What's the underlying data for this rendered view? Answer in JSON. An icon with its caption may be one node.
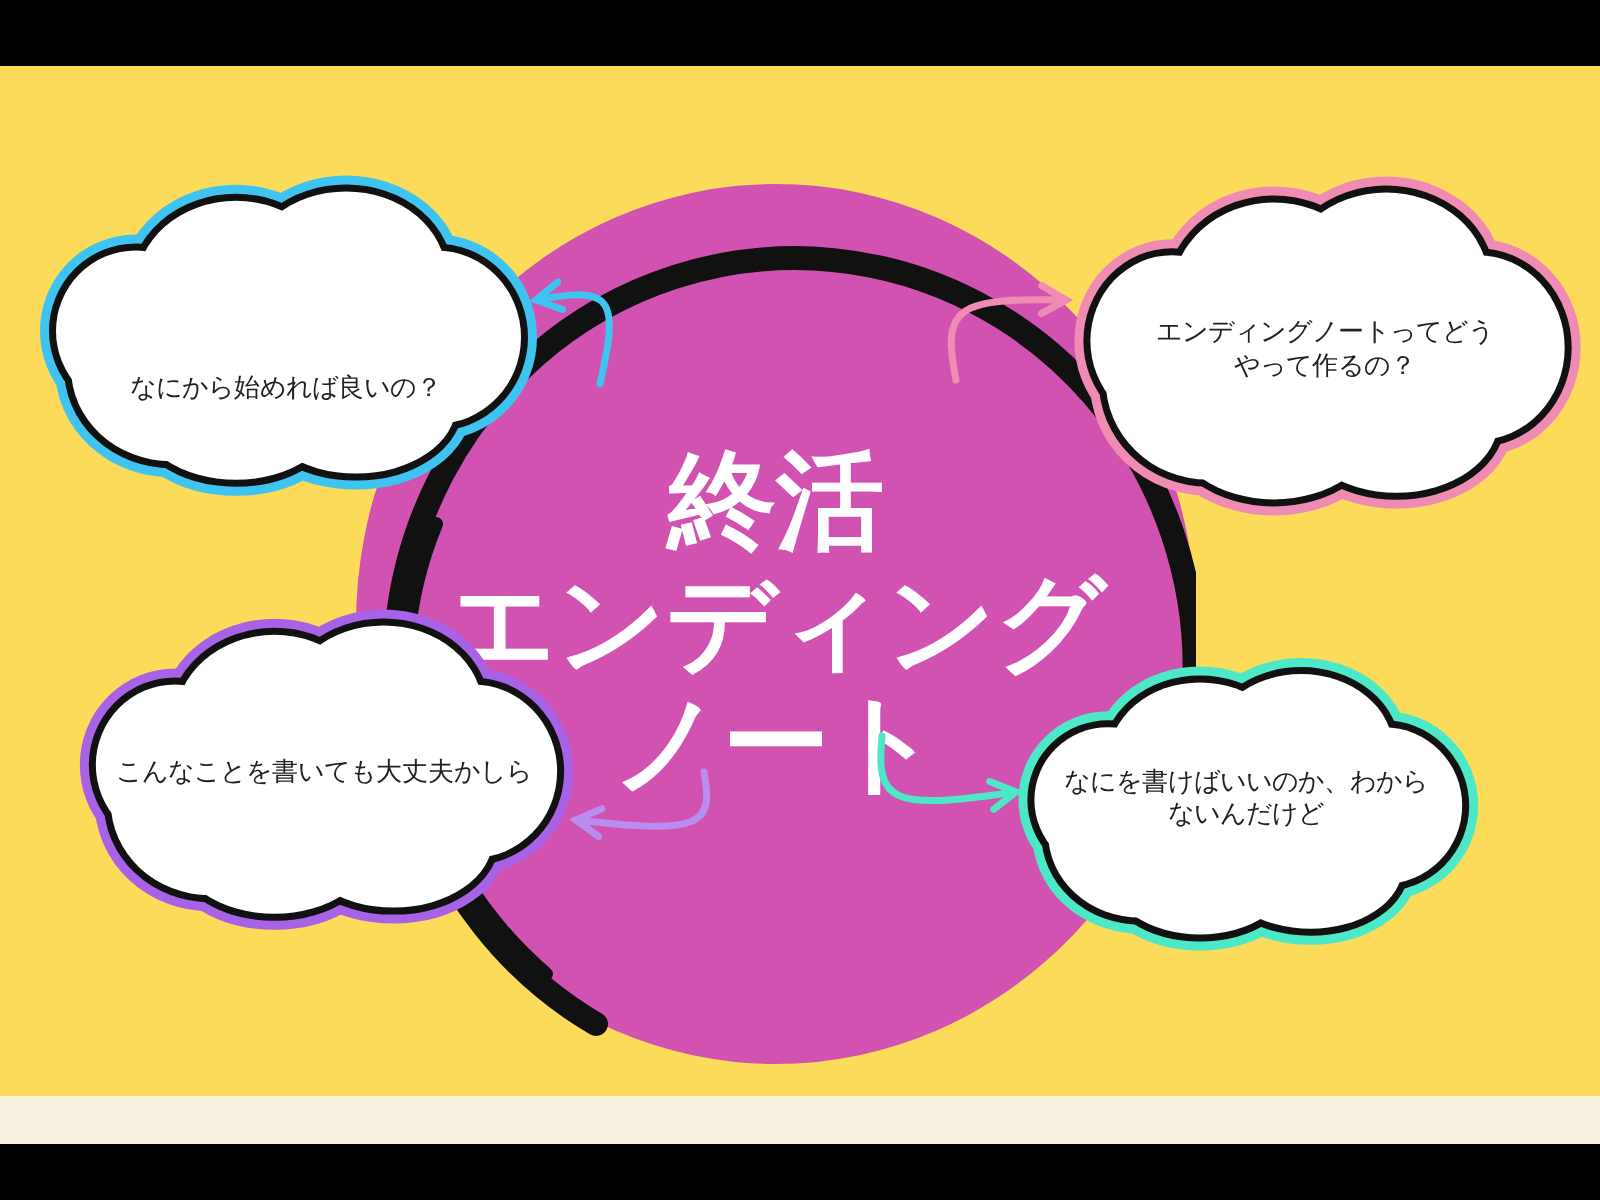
{
  "diagram": {
    "nodes": [
      {
        "text": [
          "終活",
          "エンディングノート"
        ]
      },
      {
        "text": [
          "なにから始めれば良いの？"
        ]
      },
      {
        "text": [
          "エンディングノートってどうやって作るの？"
        ]
      },
      {
        "text": [
          "こんなことを書いても大丈夫かしら"
        ]
      },
      {
        "text": [
          "なにを書けばいいのか、わからないんだけど"
        ]
      }
    ],
    "edges": [
      {
        "from": 0,
        "to": 1,
        "arrow": "to",
        "color": "#3fc3f0"
      },
      {
        "from": 0,
        "to": 2,
        "arrow": "to",
        "color": "#f08cb4"
      },
      {
        "from": 0,
        "to": 4,
        "arrow": "to",
        "color": "#4de8c8"
      },
      {
        "from": 0,
        "to": 3,
        "arrow": "to",
        "color": "#b98cf0"
      }
    ]
  }
}
